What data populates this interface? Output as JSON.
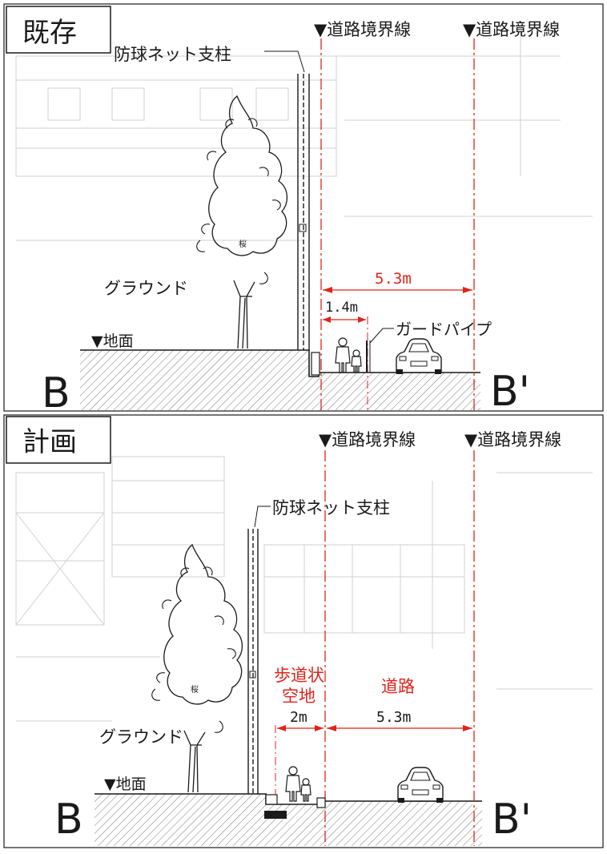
{
  "colors": {
    "ink": "#1a1a1a",
    "red": "#e0241b",
    "faint": "#c9c9c9",
    "paper": "#ffffff"
  },
  "existing": {
    "title": "既存",
    "net_post_label": "防球ネット支柱",
    "boundary_label_1": "▼道路境界線",
    "boundary_label_2": "▼道路境界線",
    "ground_label": "グラウンド",
    "grade_label": "▼地面",
    "guard_pipe_label": "ガードパイプ",
    "dim_road": "5.3m",
    "dim_walk": "1.4m",
    "tree_label": "桜",
    "section_left": "B",
    "section_right": "B'"
  },
  "planned": {
    "title": "計画",
    "net_post_label": "防球ネット支柱",
    "boundary_label_1": "▼道路境界線",
    "boundary_label_2": "▼道路境界線",
    "ground_label": "グラウンド",
    "grade_label": "▼地面",
    "sidewalk_label_1": "歩道状",
    "sidewalk_label_2": "空地",
    "dim_sidewalk": "2m",
    "road_label": "道路",
    "dim_road": "5.3m",
    "tree_label": "桜",
    "section_left": "B",
    "section_right": "B'"
  }
}
